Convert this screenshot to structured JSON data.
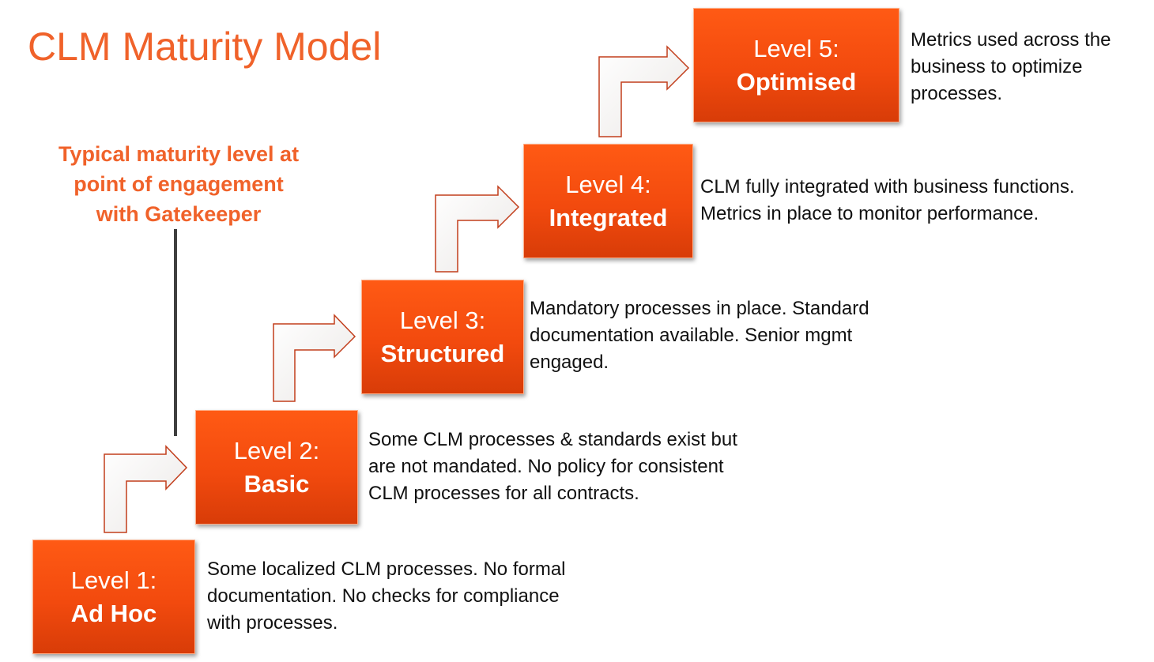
{
  "title": "CLM Maturity Model",
  "callout": {
    "lines": [
      "Typical maturity level at",
      "point of engagement",
      "with Gatekeeper"
    ],
    "points_to_level": 2
  },
  "colors": {
    "accent": "#f0622a",
    "box_top": "#ff5a14",
    "box_bottom": "#d83c08",
    "arrow_stroke": "#c23e1c",
    "text": "#111111"
  },
  "icons": {
    "step_arrow": "bent-arrow-up-right"
  },
  "levels": [
    {
      "label": "Level 1:",
      "name": "Ad Hoc",
      "description": [
        "Some localized CLM processes.  No formal",
        "documentation.  No checks for compliance",
        "with processes."
      ]
    },
    {
      "label": "Level 2:",
      "name": "Basic",
      "description": [
        "Some CLM processes  &  standards exist but",
        "are not mandated.  No policy for consistent",
        "CLM processes  for all contracts."
      ]
    },
    {
      "label": "Level 3:",
      "name": "Structured",
      "description": [
        "Mandatory processes  in place.  Standard",
        "documentation available.  Senior mgmt",
        "engaged."
      ]
    },
    {
      "label": "Level 4:",
      "name": "Integrated",
      "description": [
        "CLM fully integrated with business functions.",
        "Metrics in place to monitor performance."
      ]
    },
    {
      "label": "Level 5:",
      "name": "Optimised",
      "description": [
        "Metrics used across the",
        "business to optimize",
        "processes."
      ]
    }
  ]
}
